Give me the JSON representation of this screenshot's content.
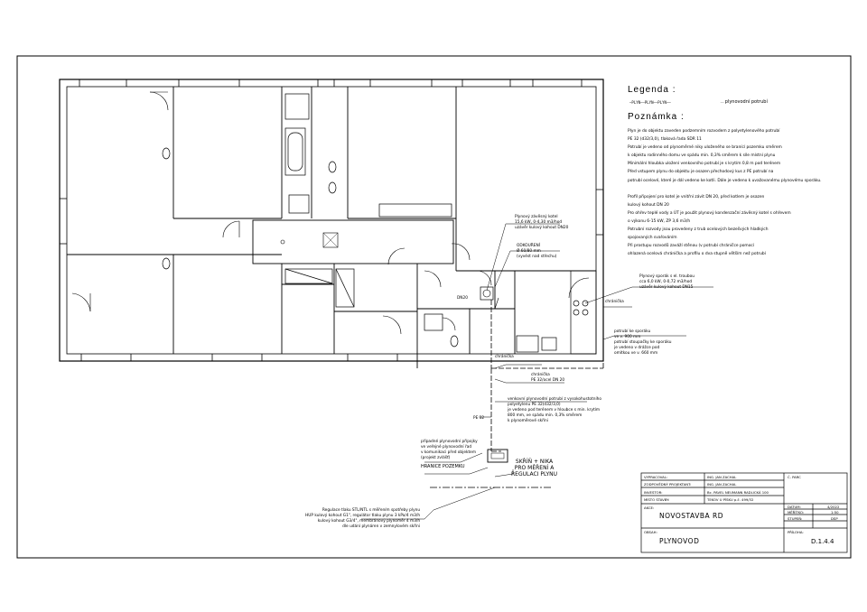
{
  "legend": {
    "title": "Legenda :",
    "line_symbol": "—PLYN——PLYN——PLYN——",
    "line_desc": "..  plynovodní potrubí"
  },
  "notes": {
    "title": "Poznámka :",
    "lines": [
      "Plyn je do objektu zaveden podzemním rozvodem z polyetylenového potrubí",
      "PE 32 (d32/3,0), tlaková řada SDR 11",
      "Potrubí je vedeno od plynoměrné niky uloženého se branící pozemku směrem",
      "k objektu rodinného domu ve spádu min. 0,3% směrem k síle místní plynu",
      "Minimální hloubka uložení venkovního potrubí je s krytím 0,8 m pod terénem",
      "Před vstupem plynu do objektu je osazen přechodový kus z PE potrubí na",
      "potrubí ocelové, které je dál vedeno ke kotli. Dále je vedeno k uvažovanému plynovému sporáku.",
      "",
      "Profil připojení pro kotel je vnitřní závit DN 20, před kotlem je osazen",
      "kulový kohout DN 20",
      "Pro ohřev teplé vody  a ÚT je použit plynový kondenzační závěsný kotel s ohřevem",
      "o výkonu 6-15 kW, ZP 3,6 m3/h",
      "Potrubní rozvody jsou provedeny z trub ocelových bezešvých hladkých",
      "spojovaných svařováním",
      "Při prostupu rozvodů zaváží stěnou (v potrubí chráničce pomocí",
      "ohlazená ocelová chránička a profilu o dva stupně větším než potrubí"
    ]
  },
  "labels": {
    "boiler": [
      "Plynový závěsný kotel",
      "15,6 kW, 0-4,30 m3/hod",
      "uzávěr kulový kohout DN20"
    ],
    "flue": [
      "ODKOUŘENÍ",
      "Ø 60/80 mm",
      "(vyvést nad střechu)"
    ],
    "stove": [
      "Plynový sporák s el. troubou",
      "cca 6,0 kW, 0-0,72 m3/hod",
      "uzávěr kulový kohout DN15"
    ],
    "chimney_right": "chránička",
    "pipe_height": [
      "potrubí ke sporáku",
      "ve v. 900 mm",
      "potrubí stoupačky ke sporáku",
      "je vedeno v drážce pod",
      "omítkou ve v. 660 mm"
    ],
    "chimney_low": "chránička",
    "dn20": "DN20",
    "pe_dn": [
      "chránička",
      "PE 32/ocel DN 20"
    ],
    "transition": [
      "venkovní plynovodní potrubí z vysokohustotního",
      "polyetylenu PE 32(d32/3,0)",
      "je vedeno pod terénem v hloubce s min. krytím",
      "800 mm, ve spádu min. 0,3% směrem",
      "k plynoměrové skříni"
    ],
    "pe32": "PE 32",
    "boundary_note": [
      "případné plynovodní přípojky",
      "ve veřejné plynovodní řad",
      "v komunikaci před objektem",
      "(projekt zvlášť)"
    ],
    "boundary": "HRANICE POZEMKU",
    "cabinet": [
      "SKŘÍŇ + NIKA",
      "PRO MĚŘENÍ A",
      "REGULACI PLYNU"
    ],
    "regulator": [
      "Regulace tlaku STL/NTL s měřením spotřeby plynu",
      "HUP kulový kohout G1\", regulátor tlaku plynu 3 kPa/4 m3/h",
      "kulový kohout G3/4\", membránový plynoměr 4 m3/h",
      "dle udání plynáren v zemnylovém skříni"
    ]
  },
  "title_block": {
    "rows_left": [
      "VYPRACOVAL:",
      "ZODPOVĚDNÝ PROJEKTANT:",
      "INVESTOR:",
      "MÍSTO STAVBY:"
    ],
    "rows_mid": [
      "ING. JAN ZACHAL",
      "ING. JAN ZACHAL",
      "Bc. PAVEL NEUMANN RADLICKÁ 100",
      "TEKOV U PÍSKU p.č. 499/32"
    ],
    "cpark_label": "Č. PARC",
    "akce_label": "AKCE:",
    "akce_value": "NOVOSTAVBA RD",
    "obsah_label": "OBSAH:",
    "obsah_value": "PLYNOVOD",
    "datum_label": "DATUM:",
    "datum_value": "4/2022",
    "meritko_label": "MĚŘÍTKO:",
    "meritko_value": "1:50",
    "stupen_label": "STUPEŇ:",
    "stupen_value": "DSP",
    "priloha_label": "PŘÍLOHA:",
    "priloha_value": "D.1.4.4"
  }
}
